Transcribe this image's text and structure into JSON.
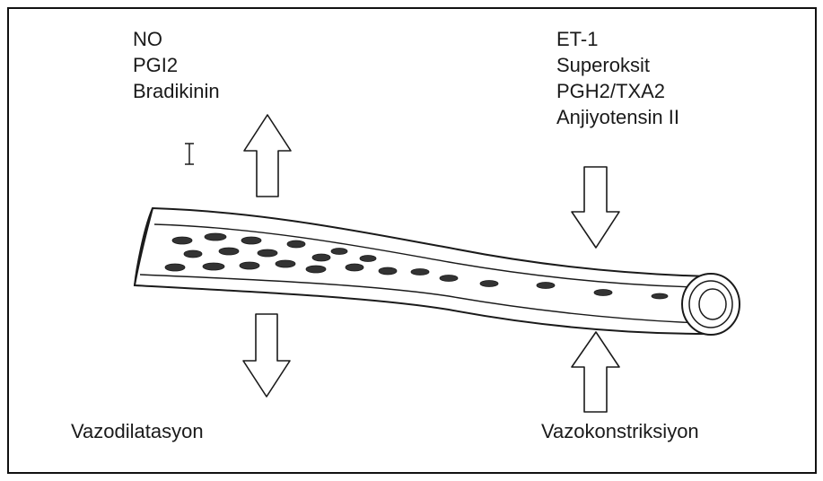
{
  "dilator_factors": [
    "NO",
    "PGI2",
    "Bradikinin"
  ],
  "constrictor_factors": [
    "ET-1",
    "Superoksit",
    "PGH2/TXA2",
    "Anjiyotensin II"
  ],
  "captions": {
    "left": "Vazodilatasyon",
    "right": "Vazokonstriksiyon"
  },
  "colors": {
    "stroke": "#1a1a1a",
    "background": "#ffffff",
    "cell_fill": "#333333"
  }
}
